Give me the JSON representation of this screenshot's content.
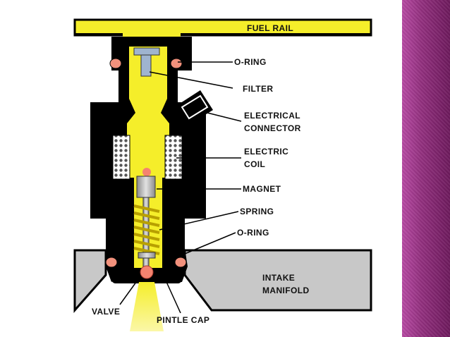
{
  "diagram": {
    "labels": {
      "fuel_rail": "FUEL RAIL",
      "o_ring_top": "O-RING",
      "filter": "FILTER",
      "electrical_connector_line1": "ELECTRICAL",
      "electrical_connector_line2": "CONNECTOR",
      "electric_coil_line1": "ELECTRIC",
      "electric_coil_line2": "COIL",
      "magnet": "MAGNET",
      "spring": "SPRING",
      "o_ring_bottom": "O-RING",
      "intake_manifold_line1": "INTAKE",
      "intake_manifold_line2": "MANIFOLD",
      "valve": "VALVE",
      "pintle_cap": "PINTLE CAP"
    },
    "colors": {
      "fuel": "#f5ee2a",
      "body": "#000000",
      "manifold": "#c8c8c8",
      "o_ring": "#f2917c",
      "filter": "#9fb4cf",
      "plunger": "#c9c9c9",
      "valve": "#f4836f",
      "accent": "#93307f"
    }
  }
}
